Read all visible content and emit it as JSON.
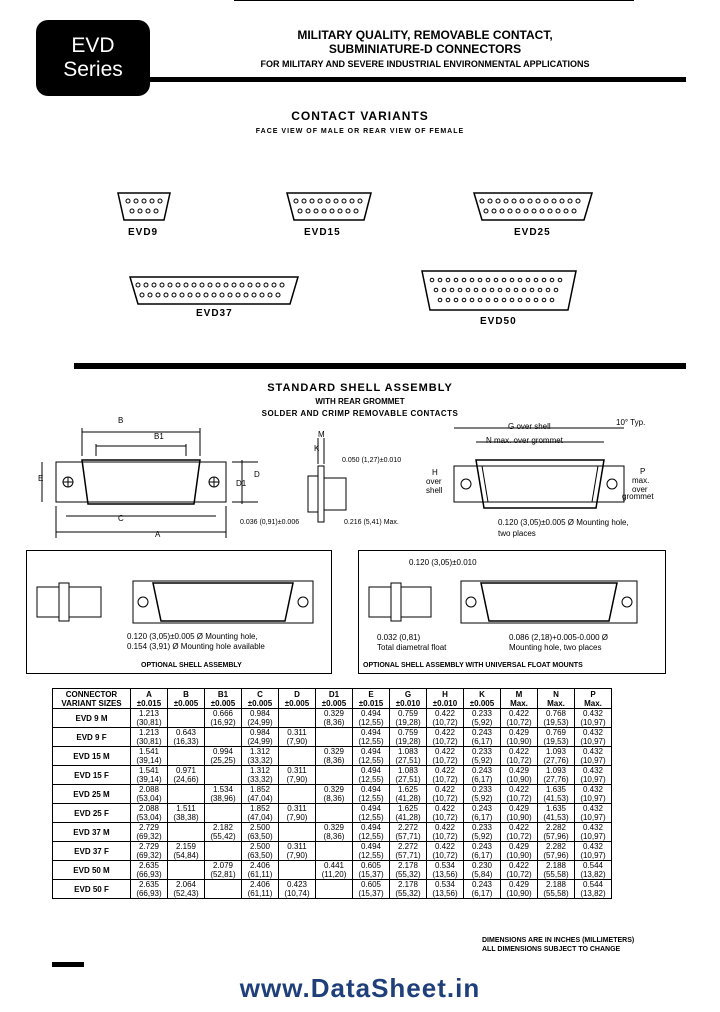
{
  "badge": {
    "line1": "EVD",
    "line2": "Series"
  },
  "header": {
    "line1": "MILITARY QUALITY, REMOVABLE CONTACT,",
    "line2": "SUBMINIATURE-D CONNECTORS",
    "line3": "FOR MILITARY AND SEVERE INDUSTRIAL ENVIRONMENTAL APPLICATIONS"
  },
  "variants": {
    "title": "CONTACT VARIANTS",
    "subtitle": "FACE VIEW OF MALE OR REAR VIEW OF FEMALE",
    "labels": [
      "EVD9",
      "EVD15",
      "EVD25",
      "EVD37",
      "EVD50"
    ]
  },
  "shell": {
    "title": "STANDARD SHELL ASSEMBLY",
    "sub1": "WITH REAR GROMMET",
    "sub2": "SOLDER AND CRIMP REMOVABLE CONTACTS",
    "dims_left": {
      "B": "B",
      "B1": "B1",
      "E": "E",
      "D": "D",
      "D1": "D1",
      "C": "C",
      "A": "A",
      "M": "M",
      "K": "K",
      "t1": "0.050 (1,27)±0.010",
      "t2": "0.036 (0,91)±0.006",
      "t3": "0.216 (5,41) Max."
    },
    "dims_right": {
      "G": "G over shell",
      "N": "N max. over grommet",
      "tenp": "10° Typ.",
      "H": "H",
      "hover": "over",
      "hshell": "shell",
      "P": "P",
      "pmax": "max.",
      "pover": "over",
      "pgrom": "grommet",
      "mh1": "0.120 (3,05)±0.005 Ø Mounting hole,",
      "mh2": "two places"
    }
  },
  "optional": {
    "l1": "0.120 (3,05)±0.005 Ø Mounting hole,",
    "l2": "0.154 (3,91) Ø Mounting hole available",
    "caption": "OPTIONAL SHELL ASSEMBLY"
  },
  "optional_float": {
    "top": "0.120 (3,05)±0.010",
    "l1": "0.032 (0,81)",
    "l2": "Total diametral float",
    "r1": "0.086 (2,18)+0.005-0.000 Ø",
    "r2": "Mounting hole, two places",
    "caption": "OPTIONAL SHELL ASSEMBLY WITH UNIVERSAL FLOAT MOUNTS"
  },
  "table": {
    "corner": [
      "CONNECTOR",
      "VARIANT SIZES"
    ],
    "cols": [
      [
        "A",
        "±0.015"
      ],
      [
        "B",
        "±0.005"
      ],
      [
        "B1",
        "±0.005"
      ],
      [
        "C",
        "±0.005"
      ],
      [
        "D",
        "±0.005"
      ],
      [
        "D1",
        "±0.005"
      ],
      [
        "E",
        "±0.015"
      ],
      [
        "G",
        "±0.010"
      ],
      [
        "H",
        "±0.010"
      ],
      [
        "K",
        "±0.005"
      ],
      [
        "M",
        "Max."
      ],
      [
        "N",
        "Max."
      ],
      [
        "P",
        "Max."
      ]
    ],
    "rows": [
      {
        "name": "EVD 9 M",
        "cells": [
          [
            "1.213",
            "(30,81)"
          ],
          [
            "",
            ""
          ],
          [
            "0.666",
            "(16,92)"
          ],
          [
            "0.984",
            "(24,99)"
          ],
          [
            "",
            ""
          ],
          [
            "0.329",
            "(8,36)"
          ],
          [
            "0.494",
            "(12,55)"
          ],
          [
            "0.759",
            "(19,28)"
          ],
          [
            "0.422",
            "(10,72)"
          ],
          [
            "0.233",
            "(5,92)"
          ],
          [
            "0.422",
            "(10,72)"
          ],
          [
            "0.768",
            "(19,53)"
          ],
          [
            "0.432",
            "(10,97)"
          ]
        ]
      },
      {
        "name": "EVD 9 F",
        "cells": [
          [
            "1.213",
            "(30,81)"
          ],
          [
            "0.643",
            "(16,33)"
          ],
          [
            "",
            ""
          ],
          [
            "0.984",
            "(24,99)"
          ],
          [
            "0.311",
            "(7,90)"
          ],
          [
            "",
            ""
          ],
          [
            "0.494",
            "(12,55)"
          ],
          [
            "0.759",
            "(19,28)"
          ],
          [
            "0.422",
            "(10,72)"
          ],
          [
            "0.243",
            "(6,17)"
          ],
          [
            "0.429",
            "(10,90)"
          ],
          [
            "0.769",
            "(19,53)"
          ],
          [
            "0.432",
            "(10,97)"
          ]
        ]
      },
      {
        "name": "EVD 15 M",
        "cells": [
          [
            "1.541",
            "(39,14)"
          ],
          [
            "",
            ""
          ],
          [
            "0.994",
            "(25,25)"
          ],
          [
            "1.312",
            "(33,32)"
          ],
          [
            "",
            ""
          ],
          [
            "0.329",
            "(8,36)"
          ],
          [
            "0.494",
            "(12,55)"
          ],
          [
            "1.083",
            "(27,51)"
          ],
          [
            "0.422",
            "(10,72)"
          ],
          [
            "0.233",
            "(5,92)"
          ],
          [
            "0.422",
            "(10,72)"
          ],
          [
            "1.093",
            "(27,76)"
          ],
          [
            "0.432",
            "(10,97)"
          ]
        ]
      },
      {
        "name": "EVD 15 F",
        "cells": [
          [
            "1.541",
            "(39,14)"
          ],
          [
            "0.971",
            "(24,66)"
          ],
          [
            "",
            ""
          ],
          [
            "1.312",
            "(33,32)"
          ],
          [
            "0.311",
            "(7,90)"
          ],
          [
            "",
            ""
          ],
          [
            "0.494",
            "(12,55)"
          ],
          [
            "1.083",
            "(27,51)"
          ],
          [
            "0.422",
            "(10,72)"
          ],
          [
            "0.243",
            "(6,17)"
          ],
          [
            "0.429",
            "(10,90)"
          ],
          [
            "1.093",
            "(27,76)"
          ],
          [
            "0.432",
            "(10,97)"
          ]
        ]
      },
      {
        "name": "EVD 25 M",
        "cells": [
          [
            "2.088",
            "(53,04)"
          ],
          [
            "",
            ""
          ],
          [
            "1.534",
            "(38,96)"
          ],
          [
            "1.852",
            "(47,04)"
          ],
          [
            "",
            ""
          ],
          [
            "0.329",
            "(8,36)"
          ],
          [
            "0.494",
            "(12,55)"
          ],
          [
            "1.625",
            "(41,28)"
          ],
          [
            "0.422",
            "(10,72)"
          ],
          [
            "0.233",
            "(5,92)"
          ],
          [
            "0.422",
            "(10,72)"
          ],
          [
            "1.635",
            "(41,53)"
          ],
          [
            "0.432",
            "(10,97)"
          ]
        ]
      },
      {
        "name": "EVD 25 F",
        "cells": [
          [
            "2.088",
            "(53,04)"
          ],
          [
            "1.511",
            "(38,38)"
          ],
          [
            "",
            ""
          ],
          [
            "1.852",
            "(47,04)"
          ],
          [
            "0.311",
            "(7,90)"
          ],
          [
            "",
            ""
          ],
          [
            "0.494",
            "(12,55)"
          ],
          [
            "1.625",
            "(41,28)"
          ],
          [
            "0.422",
            "(10,72)"
          ],
          [
            "0.243",
            "(6,17)"
          ],
          [
            "0.429",
            "(10,90)"
          ],
          [
            "1.635",
            "(41,53)"
          ],
          [
            "0.432",
            "(10,97)"
          ]
        ]
      },
      {
        "name": "EVD 37 M",
        "cells": [
          [
            "2.729",
            "(69,32)"
          ],
          [
            "",
            ""
          ],
          [
            "2.182",
            "(55,42)"
          ],
          [
            "2.500",
            "(63,50)"
          ],
          [
            "",
            ""
          ],
          [
            "0.329",
            "(8,36)"
          ],
          [
            "0.494",
            "(12,55)"
          ],
          [
            "2.272",
            "(57,71)"
          ],
          [
            "0.422",
            "(10,72)"
          ],
          [
            "0.233",
            "(5,92)"
          ],
          [
            "0.422",
            "(10,72)"
          ],
          [
            "2.282",
            "(57,96)"
          ],
          [
            "0.432",
            "(10,97)"
          ]
        ]
      },
      {
        "name": "EVD 37 F",
        "cells": [
          [
            "2.729",
            "(69,32)"
          ],
          [
            "2.159",
            "(54,84)"
          ],
          [
            "",
            ""
          ],
          [
            "2.500",
            "(63,50)"
          ],
          [
            "0.311",
            "(7,90)"
          ],
          [
            "",
            ""
          ],
          [
            "0.494",
            "(12,55)"
          ],
          [
            "2.272",
            "(57,71)"
          ],
          [
            "0.422",
            "(10,72)"
          ],
          [
            "0.243",
            "(6,17)"
          ],
          [
            "0.429",
            "(10,90)"
          ],
          [
            "2.282",
            "(57,96)"
          ],
          [
            "0.432",
            "(10,97)"
          ]
        ]
      },
      {
        "name": "EVD 50 M",
        "cells": [
          [
            "2.635",
            "(66,93)"
          ],
          [
            "",
            ""
          ],
          [
            "2.079",
            "(52,81)"
          ],
          [
            "2.406",
            "(61,11)"
          ],
          [
            "",
            ""
          ],
          [
            "0.441",
            "(11,20)"
          ],
          [
            "0.605",
            "(15,37)"
          ],
          [
            "2.178",
            "(55,32)"
          ],
          [
            "0.534",
            "(13,56)"
          ],
          [
            "0.230",
            "(5,84)"
          ],
          [
            "0.422",
            "(10,72)"
          ],
          [
            "2.188",
            "(55,58)"
          ],
          [
            "0.544",
            "(13,82)"
          ]
        ]
      },
      {
        "name": "EVD 50 F",
        "cells": [
          [
            "2.635",
            "(66,93)"
          ],
          [
            "2.064",
            "(52,43)"
          ],
          [
            "",
            ""
          ],
          [
            "2.406",
            "(61,11)"
          ],
          [
            "0.423",
            "(10,74)"
          ],
          [
            "",
            ""
          ],
          [
            "0.605",
            "(15,37)"
          ],
          [
            "2.178",
            "(55,32)"
          ],
          [
            "0.534",
            "(13,56)"
          ],
          [
            "0.243",
            "(6,17)"
          ],
          [
            "0.429",
            "(10,90)"
          ],
          [
            "2.188",
            "(55,58)"
          ],
          [
            "0.544",
            "(13,82)"
          ]
        ]
      }
    ]
  },
  "footnote": {
    "l1": "DIMENSIONS ARE IN INCHES (MILLIMETERS)",
    "l2": "ALL DIMENSIONS SUBJECT TO CHANGE"
  },
  "watermark": "www.DataSheet.in"
}
